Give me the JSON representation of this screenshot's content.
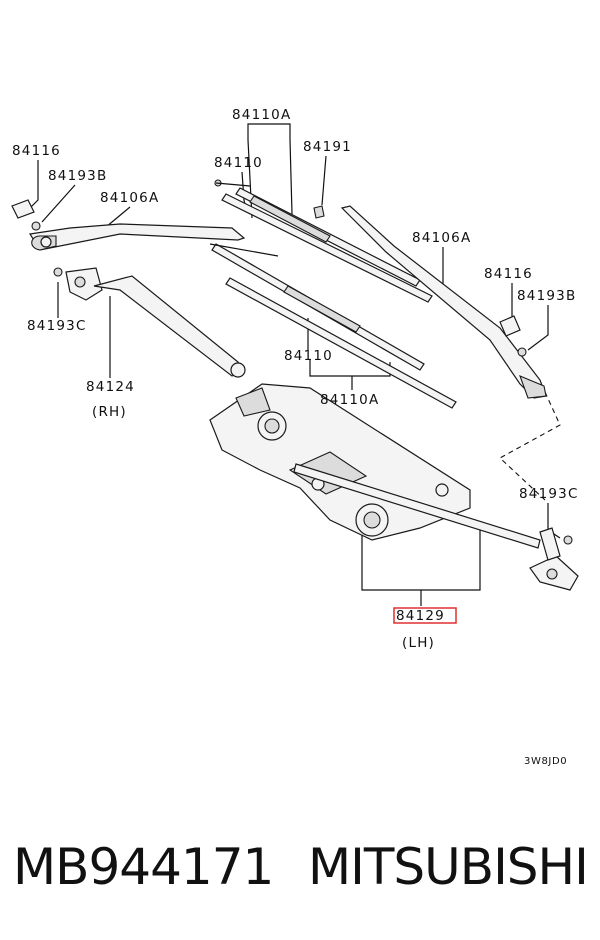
{
  "labels": {
    "l84110A_top": "84110A",
    "l84191": "84191",
    "l84110_top": "84110",
    "l84116_left": "84116",
    "l84193B_left": "84193B",
    "l84106A_left": "84106A",
    "l84106A_right": "84106A",
    "l84116_right": "84116",
    "l84193B_right": "84193B",
    "l84193C_left": "84193C",
    "l84124": "84124",
    "lRH": "(RH)",
    "l84110_mid": "84110",
    "l84110A_mid": "84110A",
    "l84193C_right": "84193C",
    "l84129": "84129",
    "lLH": "(LH)",
    "diagram_code": "3W8JD0"
  },
  "highlight_color": "#e03030",
  "footer": {
    "part_number": "MB944171",
    "brand": "MITSUBISHI"
  }
}
